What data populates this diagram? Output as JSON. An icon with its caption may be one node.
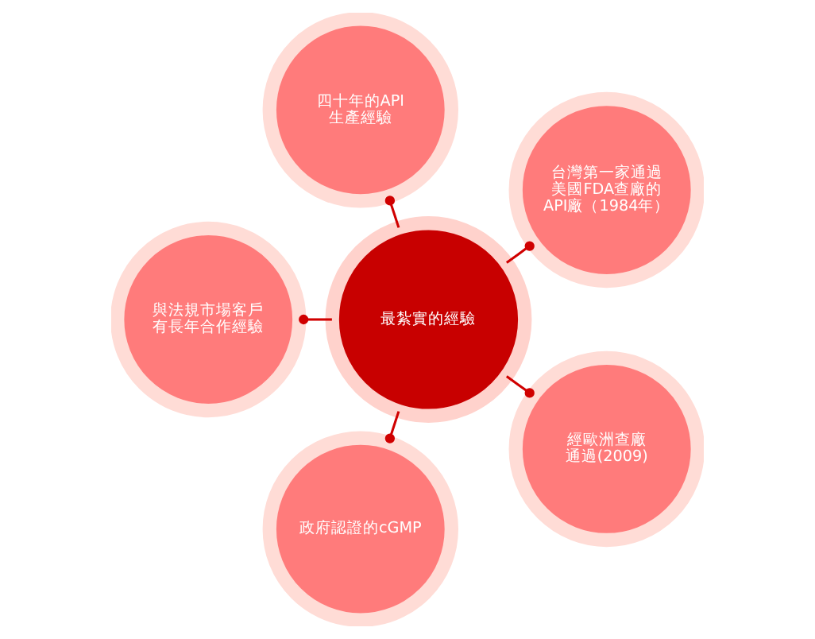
{
  "diagram": {
    "nodes": [
      {
        "text": [
          "四十年的API 生產經驗"
        ]
      },
      {
        "text": [
          "與法規市場客戶有長年合作經驗"
        ]
      },
      {
        "text": [
          "台灣第一家通過美國FDA查廠的API廠（1984年）"
        ]
      },
      {
        "text": [
          "最紮實的經驗"
        ]
      },
      {
        "text": [
          "政府認證的cGMP"
        ]
      },
      {
        "text": [
          "經歐洲查廠通過(2009)"
        ]
      }
    ],
    "edges": [
      {
        "from": 3,
        "to": 0,
        "arrow": "other"
      },
      {
        "from": 3,
        "to": 1,
        "arrow": "other"
      },
      {
        "from": 3,
        "to": 2,
        "arrow": "other"
      },
      {
        "from": 3,
        "to": 4,
        "arrow": "other"
      },
      {
        "from": 3,
        "to": 5,
        "arrow": "other"
      }
    ]
  }
}
